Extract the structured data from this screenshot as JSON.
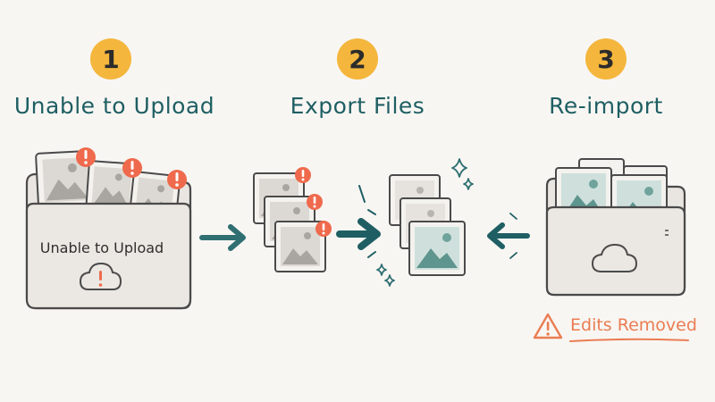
{
  "steps": [
    {
      "number": "1",
      "title": "Unable to Upload"
    },
    {
      "number": "2",
      "title": "Export Files"
    },
    {
      "number": "3",
      "title": "Re-import"
    }
  ],
  "folder1_label": "Unable to Upload",
  "warning_note": "Edits Removed",
  "icons": {
    "folder1": "folder-icon",
    "cloud_error": "cloud-warning-icon",
    "photo_error_badge": "exclamation-badge-icon",
    "sparkle": "sparkle-icon",
    "folder3": "folder-icon",
    "cloud": "cloud-icon",
    "warning": "warning-triangle-icon"
  },
  "colors": {
    "badge": "#f4b63c",
    "title": "#1f5f63",
    "error": "#ef6a4c",
    "accent_teal": "#2f6f72",
    "warning": "#ea7d52"
  }
}
